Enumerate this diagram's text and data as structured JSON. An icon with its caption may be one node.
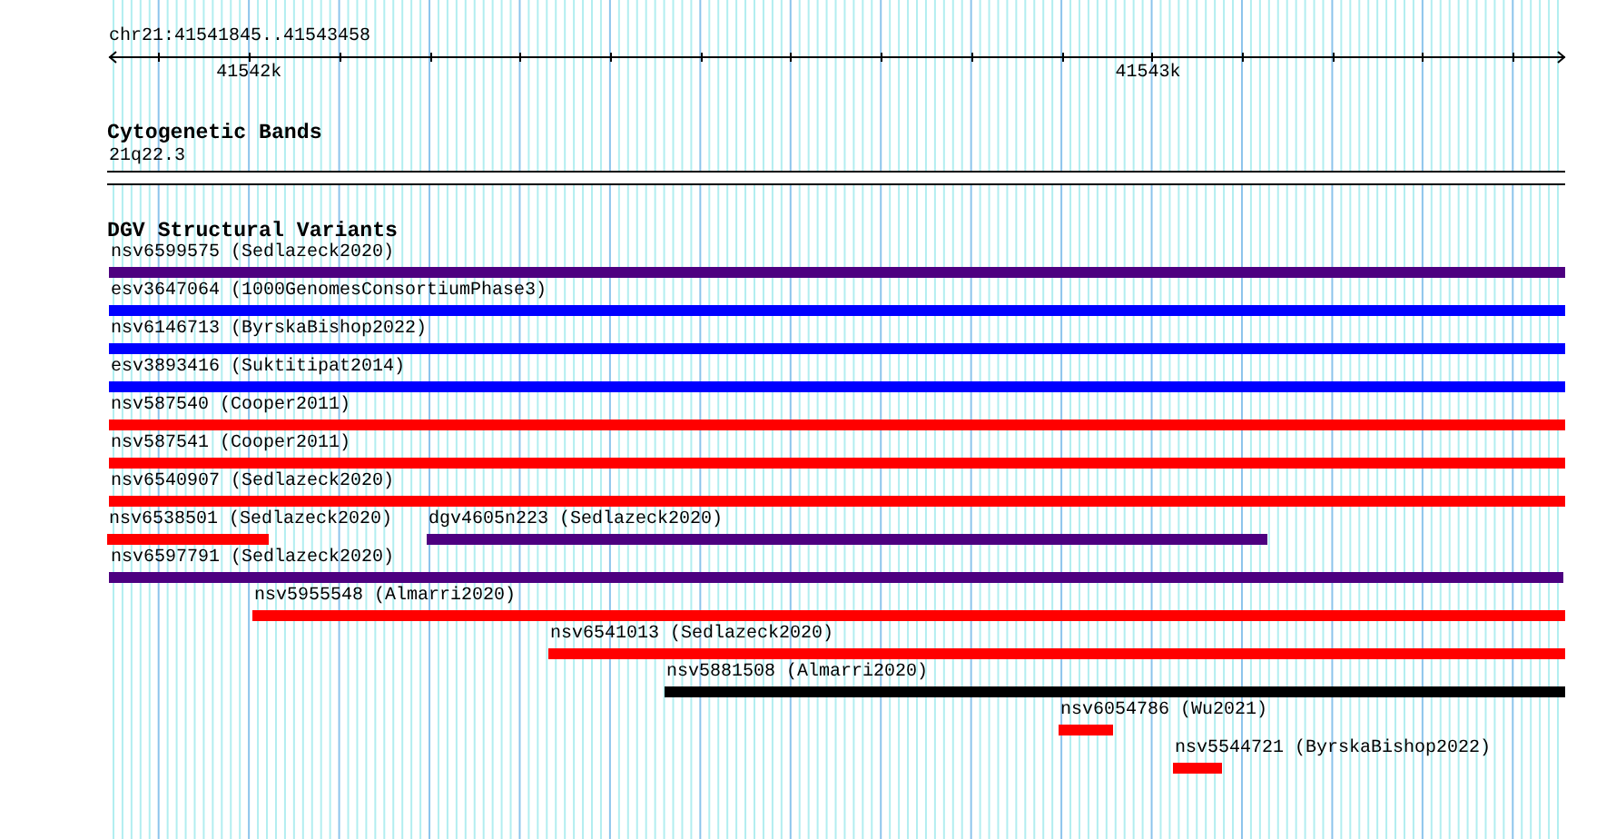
{
  "diagram": {
    "nodes": [
      {
        "text": [
          "21q22.3"
        ]
      },
      {
        "text": [
          "nsv6599575 (Sedlazeck2020)"
        ]
      },
      {
        "text": [
          "esv3647064 (1000GenomesConsortiumPhase3)"
        ]
      },
      {
        "text": [
          "nsv6146713 (ByrskaBishop2022)"
        ]
      },
      {
        "text": [
          "esv3893416 (Suktitipat2014)"
        ]
      },
      {
        "text": [
          "nsv587540 (Cooper2011)"
        ]
      },
      {
        "text": [
          "nsv587541 (Cooper2011)"
        ]
      },
      {
        "text": [
          "nsv6540907 (Sedlazeck2020)"
        ]
      },
      {
        "text": [
          "nsv6538501 (Sedlazeck2020)"
        ]
      },
      {
        "text": [
          "dgv4605n223 (Sedlazeck2020)"
        ]
      },
      {
        "text": [
          "nsv6597791 (Sedlazeck2020)"
        ]
      },
      {
        "text": [
          "nsv5955548 (Almarri2020)"
        ]
      },
      {
        "text": [
          "nsv6541013 (Sedlazeck2020)"
        ]
      },
      {
        "text": [
          "nsv5881508 (Almarri2020)"
        ]
      },
      {
        "text": [
          "nsv6054786 (Wu2021)"
        ]
      },
      {
        "text": [
          "nsv5544721 (ByrskaBishop2022)"
        ]
      }
    ],
    "labels": [
      "chr21:41541845..41543458",
      "41542k",
      "41543k",
      "Cytogenetic Bands",
      "DGV Structural Variants"
    ]
  }
}
